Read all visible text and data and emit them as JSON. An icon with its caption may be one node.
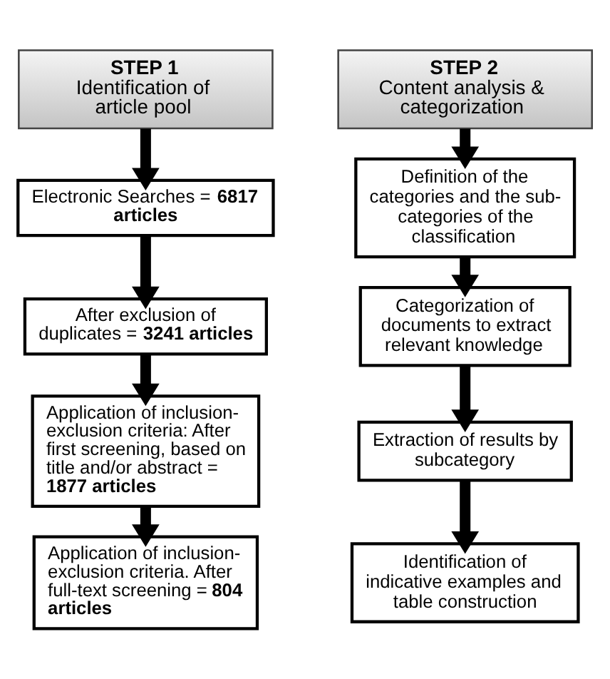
{
  "diagram": {
    "nodes": [
      {
        "text": [
          "STEP 1",
          "Identification of article pool"
        ]
      },
      {
        "text": [
          "Electronic Searches = **6817 articles**"
        ]
      },
      {
        "text": [
          "After exclusion of duplicates = **3241 articles**"
        ]
      },
      {
        "text": [
          "Application of inclusion-exclusion criteria: After first screening, based on title and/or abstract = **1877 articles**"
        ]
      },
      {
        "text": [
          "Application of inclusion-exclusion criteria. After full-text screening = **804 articles**"
        ]
      },
      {
        "text": [
          "STEP 2",
          "Content analysis & categorization"
        ]
      },
      {
        "text": [
          "Definition of the categories and the sub-categories of the classification"
        ]
      },
      {
        "text": [
          "Categorization of documents to extract relevant knowledge"
        ]
      },
      {
        "text": [
          "Extraction of results by subcategory"
        ]
      },
      {
        "text": [
          "Identification of indicative examples and table construction"
        ]
      }
    ],
    "edges": [
      {
        "from": 0,
        "to": 1,
        "arrow": "to"
      },
      {
        "from": 1,
        "to": 2,
        "arrow": "to"
      },
      {
        "from": 2,
        "to": 3,
        "arrow": "to"
      },
      {
        "from": 3,
        "to": 4,
        "arrow": "to"
      },
      {
        "from": 5,
        "to": 6,
        "arrow": "to"
      },
      {
        "from": 6,
        "to": 7,
        "arrow": "to"
      },
      {
        "from": 7,
        "to": 8,
        "arrow": "to"
      },
      {
        "from": 8,
        "to": 9,
        "arrow": "to"
      }
    ]
  }
}
